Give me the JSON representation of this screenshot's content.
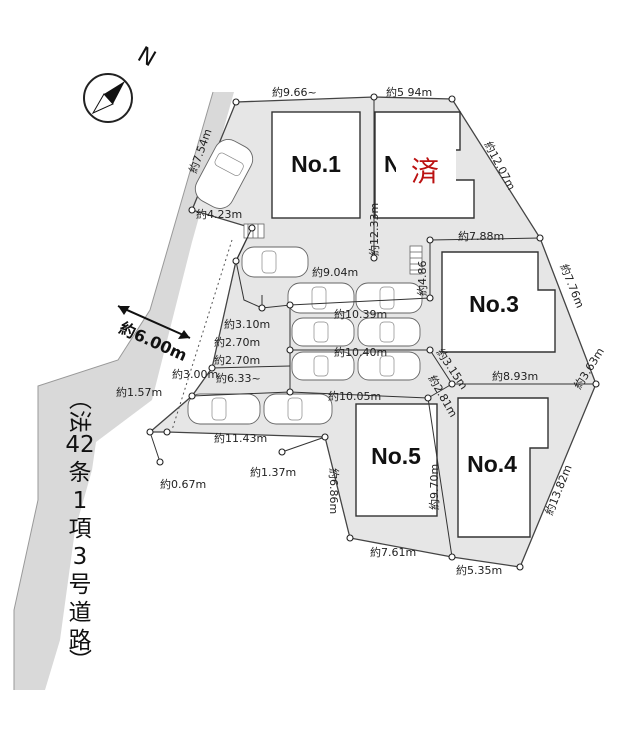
{
  "north": "N",
  "lots": [
    "No.1",
    "No.3",
    "No.5",
    "No.4"
  ],
  "sold": "済",
  "road_label": [
    "（法",
    "42",
    "条",
    "1",
    "項",
    "3",
    "号",
    "道",
    "路",
    "）"
  ],
  "road_width": "約6.00m",
  "dims": {
    "d1": "約9.66~",
    "d2": "約5 94m",
    "d3": "約12.07m",
    "d4": "約7.54m",
    "d5": "約4.23m",
    "d6": "約7.88m",
    "d7": "約12.33m",
    "d8": "約9.04m",
    "d9": "約7.76m",
    "d10": "約4.86",
    "d11": "約10.39m",
    "d12": "約3.10m",
    "d13": "約2.70m",
    "d14": "約10.40m",
    "d15": "約2.70m",
    "d16": "約3.15m",
    "d17": "約6.33~",
    "d18": "約3.00m",
    "d19": "約8.93m",
    "d20": "約3.63m",
    "d21": "約1.57m",
    "d22": "約10.05m",
    "d23": "約2.81m",
    "d24": "約11.43m",
    "d25": "約1.37m",
    "d26": "約0.67m",
    "d27": "約6.86m",
    "d28": "約9.70m",
    "d29": "約13.82m",
    "d30": "約7.61m",
    "d31": "約5.35m"
  }
}
